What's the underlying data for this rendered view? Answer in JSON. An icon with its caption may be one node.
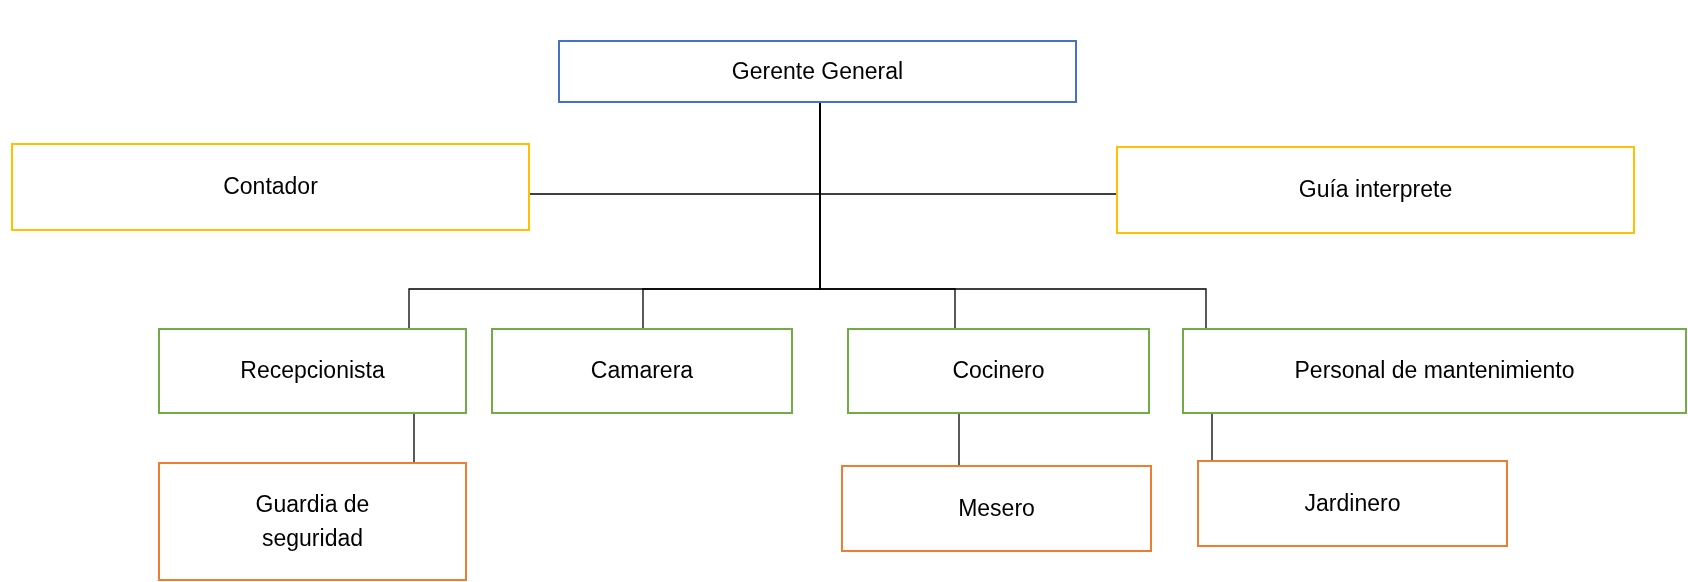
{
  "diagram": {
    "nodes": [
      {
        "text": [
          "Gerente General"
        ]
      },
      {
        "text": [
          "Contador"
        ]
      },
      {
        "text": [
          "Guía interprete"
        ]
      },
      {
        "text": [
          "Recepcionista"
        ]
      },
      {
        "text": [
          "Camarera"
        ]
      },
      {
        "text": [
          "Cocinero"
        ]
      },
      {
        "text": [
          "Personal de mantenimiento"
        ]
      },
      {
        "text": [
          "Guardia de seguridad"
        ]
      },
      {
        "text": [
          "Mesero"
        ]
      },
      {
        "text": [
          "Jardinero"
        ]
      }
    ],
    "edges": [
      {
        "from": 0,
        "to": 1,
        "arrow": "none"
      },
      {
        "from": 0,
        "to": 2,
        "arrow": "none"
      },
      {
        "from": 0,
        "to": 3,
        "arrow": "none"
      },
      {
        "from": 0,
        "to": 4,
        "arrow": "none"
      },
      {
        "from": 0,
        "to": 5,
        "arrow": "none"
      },
      {
        "from": 0,
        "to": 6,
        "arrow": "none"
      },
      {
        "from": 3,
        "to": 7,
        "arrow": "none"
      },
      {
        "from": 5,
        "to": 8,
        "arrow": "none"
      },
      {
        "from": 6,
        "to": 9,
        "arrow": "none"
      }
    ]
  }
}
